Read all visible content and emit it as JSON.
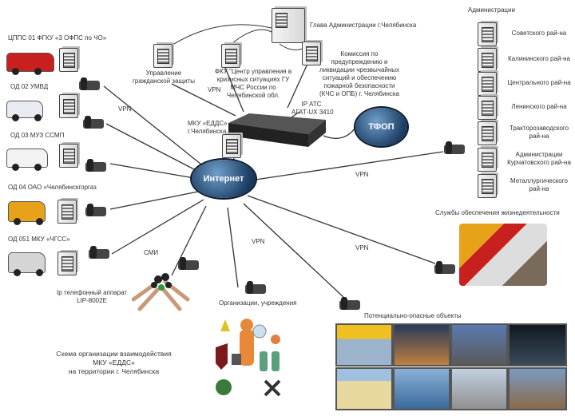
{
  "left_units": [
    {
      "label": "ЦППС 01 ФГКУ «3 ОФПС по ЧО»",
      "vehicle": "fire-truck"
    },
    {
      "label": "ОД 02 УМВД",
      "vehicle": "police-car"
    },
    {
      "label": "ОД 03 МУЗ ССМП",
      "vehicle": "ambulance"
    },
    {
      "label": "ОД 04 ОАО «Челябинскгоргаз",
      "vehicle": "gas-service-van"
    },
    {
      "label": "ОД 051 МКУ «ЧГСС»",
      "vehicle": "emergency-van"
    }
  ],
  "ip_phone": {
    "line1": "Ip телефонный аппарат",
    "line2": "LIP-8002E"
  },
  "center": {
    "head": "Глава Администрации  г.Челябинска",
    "civil": {
      "line1": "Управление",
      "line2": "гражданской защиты"
    },
    "fku": [
      "ФКУ \"Центр управления в",
      "кризисных ситуациях ГУ",
      "МЧС России по",
      "Челябинской обл."
    ],
    "commission": [
      "Комиссия по",
      "предупреждению и",
      "ликвидации чрезвычайных",
      "ситуаций и обеспечению",
      "пожарной безопасности",
      "(КЧС и ОПБ) г. Челябинска"
    ],
    "pbx": {
      "line1": "IP АТС",
      "line2": "АГАТ-UX 3410"
    },
    "edds": {
      "line1": "МКУ «ЕДДС»",
      "line2": "г.Челябинска"
    },
    "internet": "Интернет",
    "pstn": "ТФОП"
  },
  "vpn_label": "VPN",
  "administrations": {
    "title": "Администрации",
    "items": [
      [
        "Советского рай-на"
      ],
      [
        "Калининского рай-на"
      ],
      [
        "Центрального рай-на"
      ],
      [
        "Ленинского рай-на"
      ],
      [
        "Тракторозаводского",
        "рай-на"
      ],
      [
        "Администрации",
        "Курчатовского рай-на"
      ],
      [
        "Металлургического",
        "рай-на"
      ]
    ]
  },
  "services": "Службы обеспечения жизнедеятельности",
  "media": "СМИ",
  "organizations": "Организации, учреждения",
  "hazardous": "Потенциально-опасные объекты",
  "caption": [
    "Схема организации взаимодействия",
    "МКУ «ЕДДС»",
    "на территории г. Челябинска"
  ],
  "colors": {
    "cloud": "#1e3f66",
    "fire": "#c8201e",
    "gas": "#e8a21a"
  }
}
